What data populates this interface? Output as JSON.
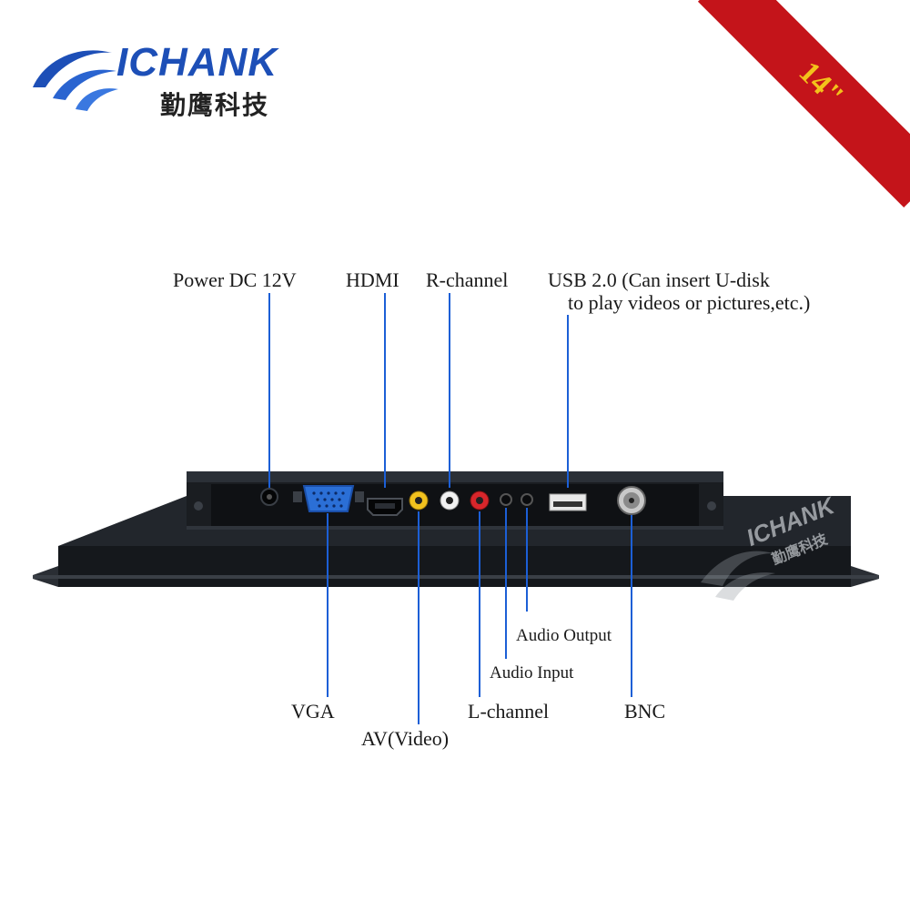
{
  "brand": {
    "logo_text": "ICHANK",
    "logo_cn": "勤鹰科技"
  },
  "ribbon": {
    "size_text": "14\""
  },
  "watermark": {
    "text": "ICHANK",
    "cn": "勤鹰科技"
  },
  "labels": {
    "power": "Power DC 12V",
    "hdmi": "HDMI",
    "r_channel": "R-channel",
    "usb_line1": "USB 2.0 (Can insert U-disk",
    "usb_line2": "to play videos or pictures,etc.)",
    "vga": "VGA",
    "av_video": "AV(Video)",
    "l_channel": "L-channel",
    "audio_input": "Audio Input",
    "audio_output": "Audio Output",
    "bnc": "BNC"
  },
  "colors": {
    "leader": "#1c5fd6",
    "ribbon": "#c4141a",
    "ribbon_text": "#f3c21b",
    "vga_port": "#2b6fd6",
    "av_yellow": "#f2c21e",
    "r_red": "#d8262b",
    "chassis": "#1b1f24"
  }
}
